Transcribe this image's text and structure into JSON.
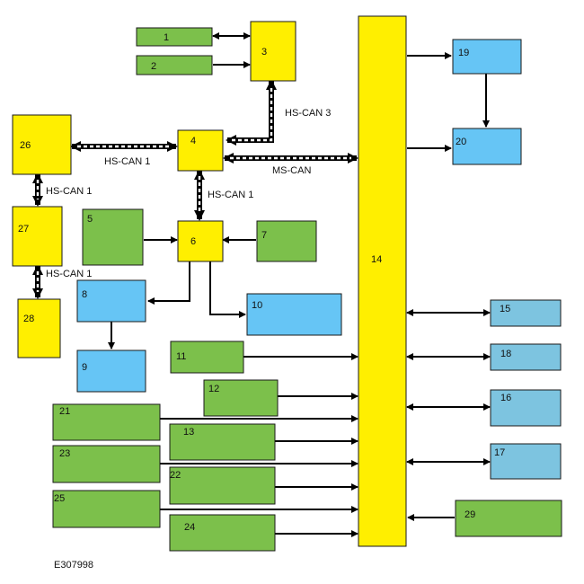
{
  "modules": {
    "m1": "1",
    "m2": "2",
    "m3": "3",
    "m4": "4",
    "m5": "5",
    "m6": "6",
    "m7": "7",
    "m8": "8",
    "m9": "9",
    "m10": "10",
    "m11": "11",
    "m12": "12",
    "m13": "13",
    "m14": "14",
    "m15": "15",
    "m16": "16",
    "m17": "17",
    "m18": "18",
    "m19": "19",
    "m20": "20",
    "m21": "21",
    "m22": "22",
    "m23": "23",
    "m24": "24",
    "m25": "25",
    "m26": "26",
    "m27": "27",
    "m28": "28",
    "m29": "29"
  },
  "bus_labels": {
    "hs_can_3": "HS-CAN 3",
    "hs_can_1_a": "HS-CAN 1",
    "ms_can": "MS-CAN",
    "hs_can_1_b": "HS-CAN 1",
    "hs_can_1_c": "HS-CAN 1",
    "hs_can_1_d": "HS-CAN 1"
  },
  "reference": "E307998",
  "colors": {
    "green": "#7cc04b",
    "yellow": "#ffef00",
    "blue": "#66c5f5",
    "light_blue": "#7dc4e0"
  }
}
